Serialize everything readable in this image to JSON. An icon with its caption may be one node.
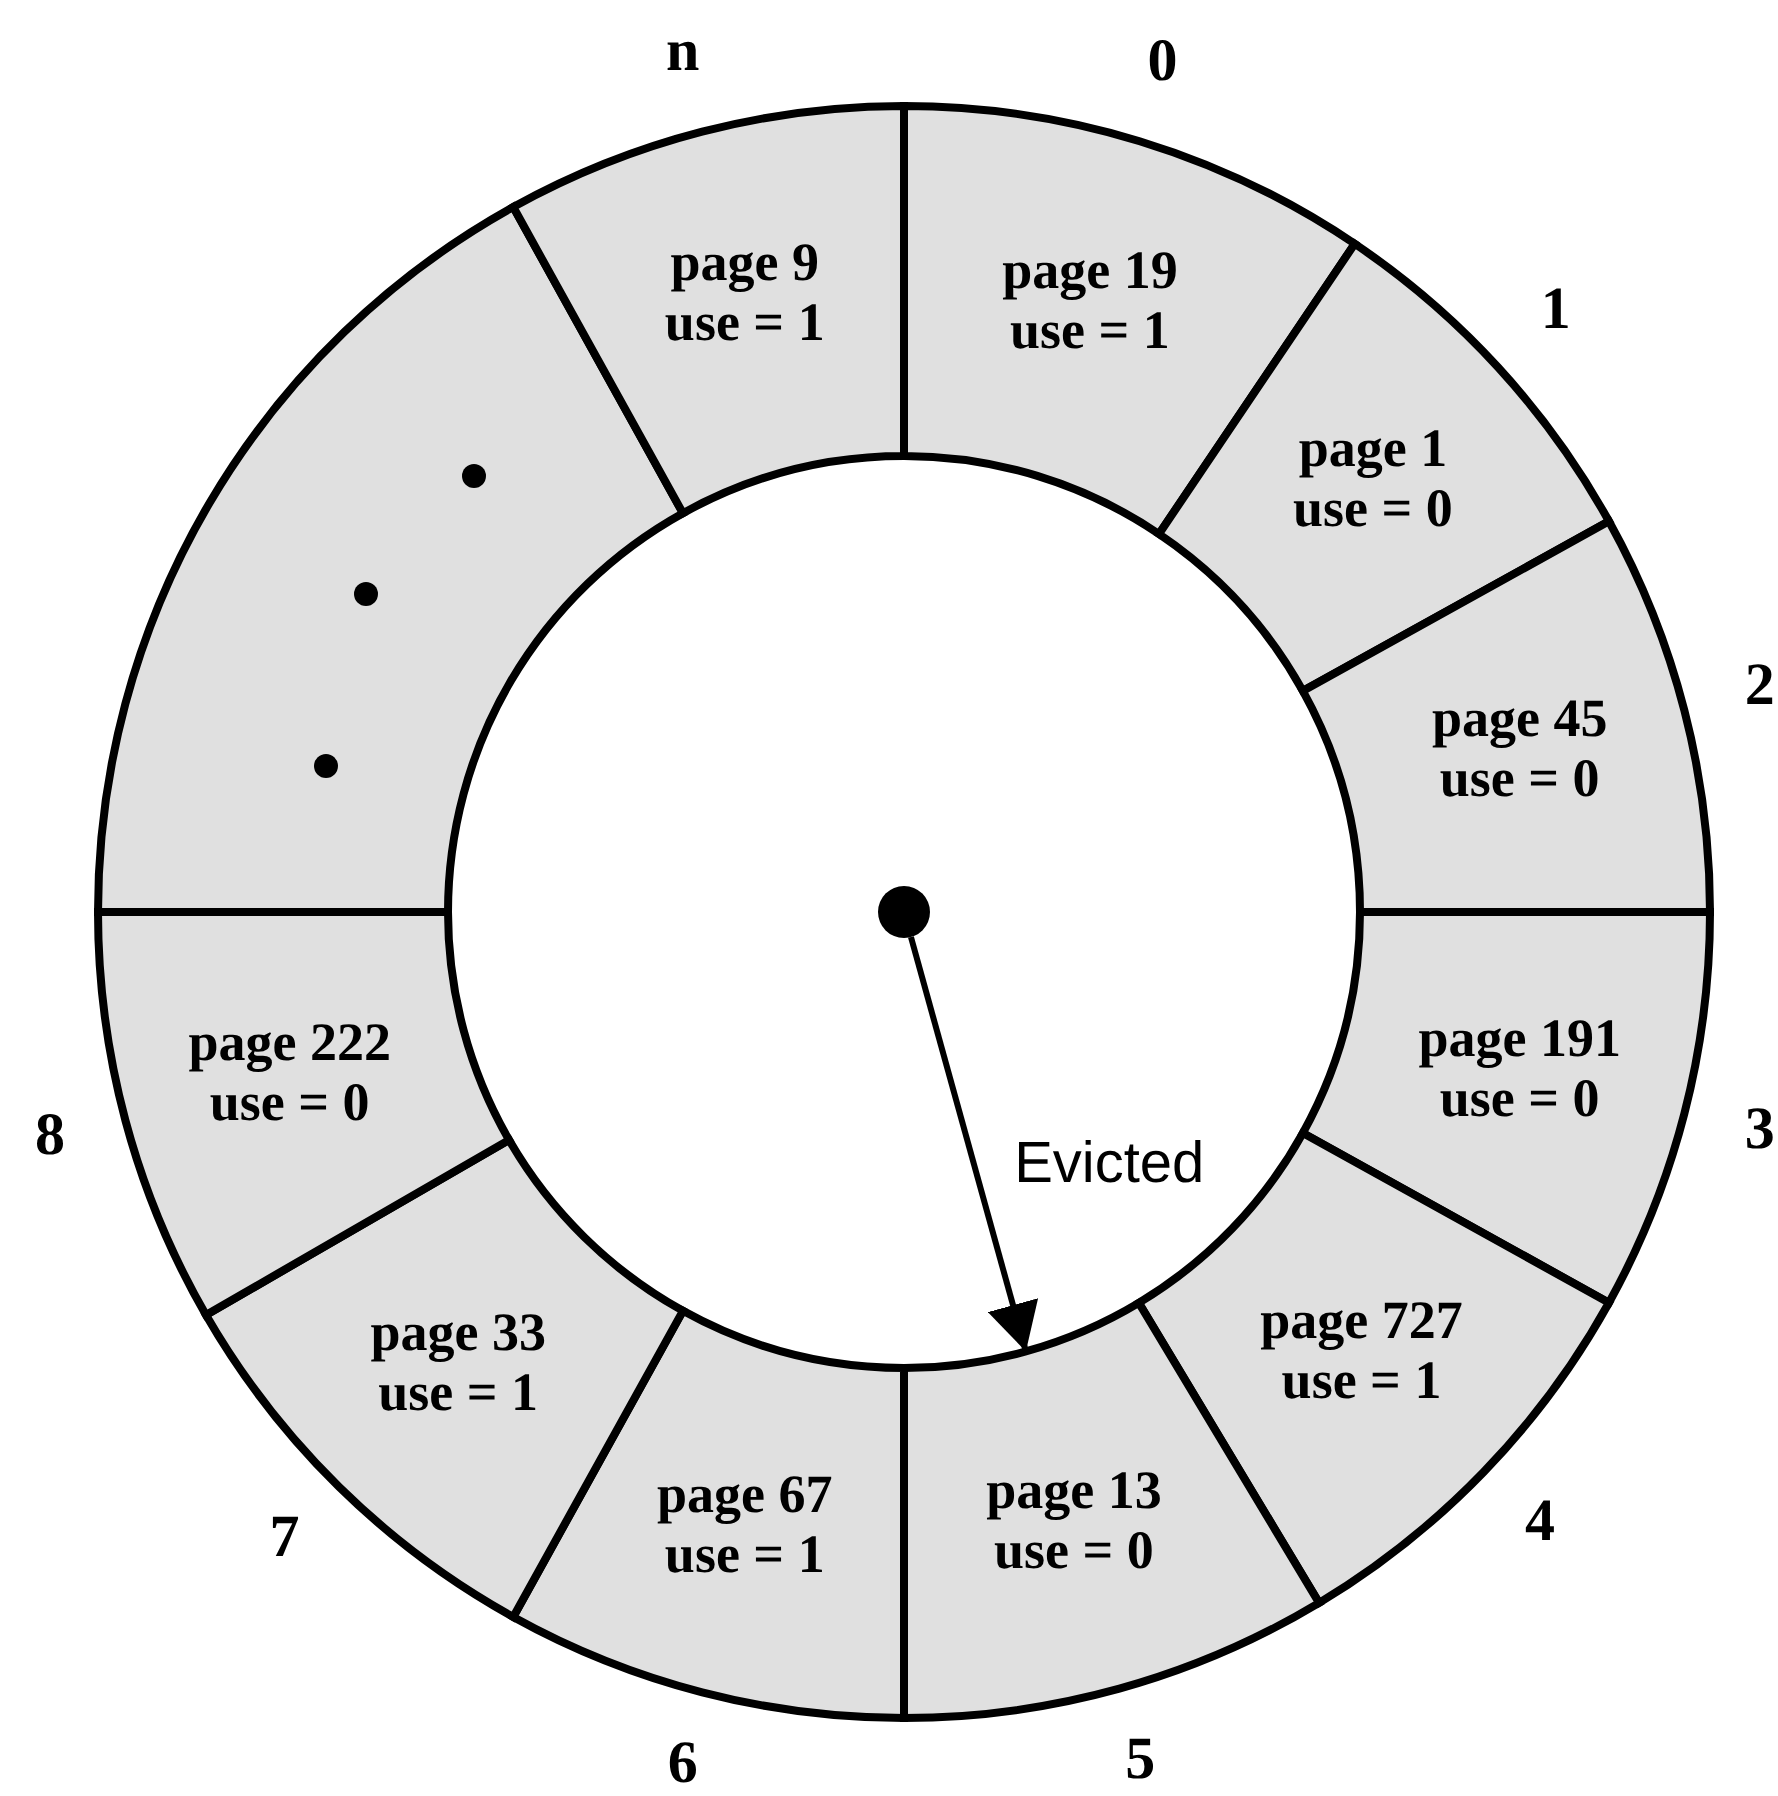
{
  "diagram": {
    "nodes": [
      {
        "text": [
          "page 19",
          "use = 1"
        ],
        "beside": [
          "0"
        ]
      },
      {
        "text": [
          "page 1",
          "use = 0"
        ],
        "beside": [
          "1"
        ]
      },
      {
        "text": [
          "page 45",
          "use = 0"
        ],
        "beside": [
          "2"
        ]
      },
      {
        "text": [
          "page 191",
          "use = 0"
        ],
        "beside": [
          "3"
        ]
      },
      {
        "text": [
          "page 727",
          "use = 1"
        ],
        "beside": [
          "4"
        ]
      },
      {
        "text": [
          "page 13",
          "use = 0"
        ],
        "beside": [
          "5"
        ]
      },
      {
        "text": [
          "page 67",
          "use = 1"
        ],
        "beside": [
          "6"
        ]
      },
      {
        "text": [
          "page 33",
          "use = 1"
        ],
        "beside": [
          "7"
        ]
      },
      {
        "text": [
          "page 222",
          "use = 0"
        ],
        "beside": [
          "8"
        ]
      },
      {
        "text": [],
        "shape": "box"
      },
      {
        "text": [
          "page 9",
          "use = 1"
        ],
        "beside": [
          "n"
        ]
      },
      {
        "text": [],
        "shape": "circle"
      }
    ],
    "edges": [
      {
        "from": 11,
        "to": 5,
        "arrow": "to",
        "label": "Evicted"
      }
    ]
  }
}
